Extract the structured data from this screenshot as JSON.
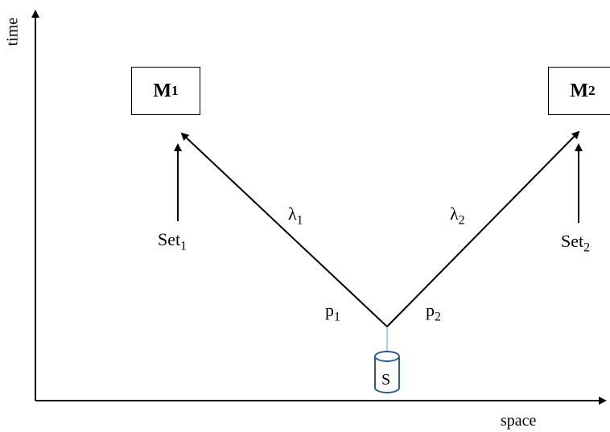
{
  "axes": {
    "y_label": "time",
    "x_label": "space"
  },
  "stations": [
    {
      "label": "M",
      "sub": "1"
    },
    {
      "label": "M",
      "sub": "2"
    }
  ],
  "settings": [
    {
      "label": "Set",
      "sub": "1"
    },
    {
      "label": "Set",
      "sub": "2"
    }
  ],
  "wavelengths": [
    {
      "label": "λ",
      "sub": "1"
    },
    {
      "label": "λ",
      "sub": "2"
    }
  ],
  "particles": [
    {
      "label": "p",
      "sub": "1"
    },
    {
      "label": "p",
      "sub": "2"
    }
  ],
  "source": {
    "label": "S"
  },
  "colors": {
    "line": "#000000",
    "source_outline": "#2f5b88",
    "source_link": "#6b9ac4"
  }
}
